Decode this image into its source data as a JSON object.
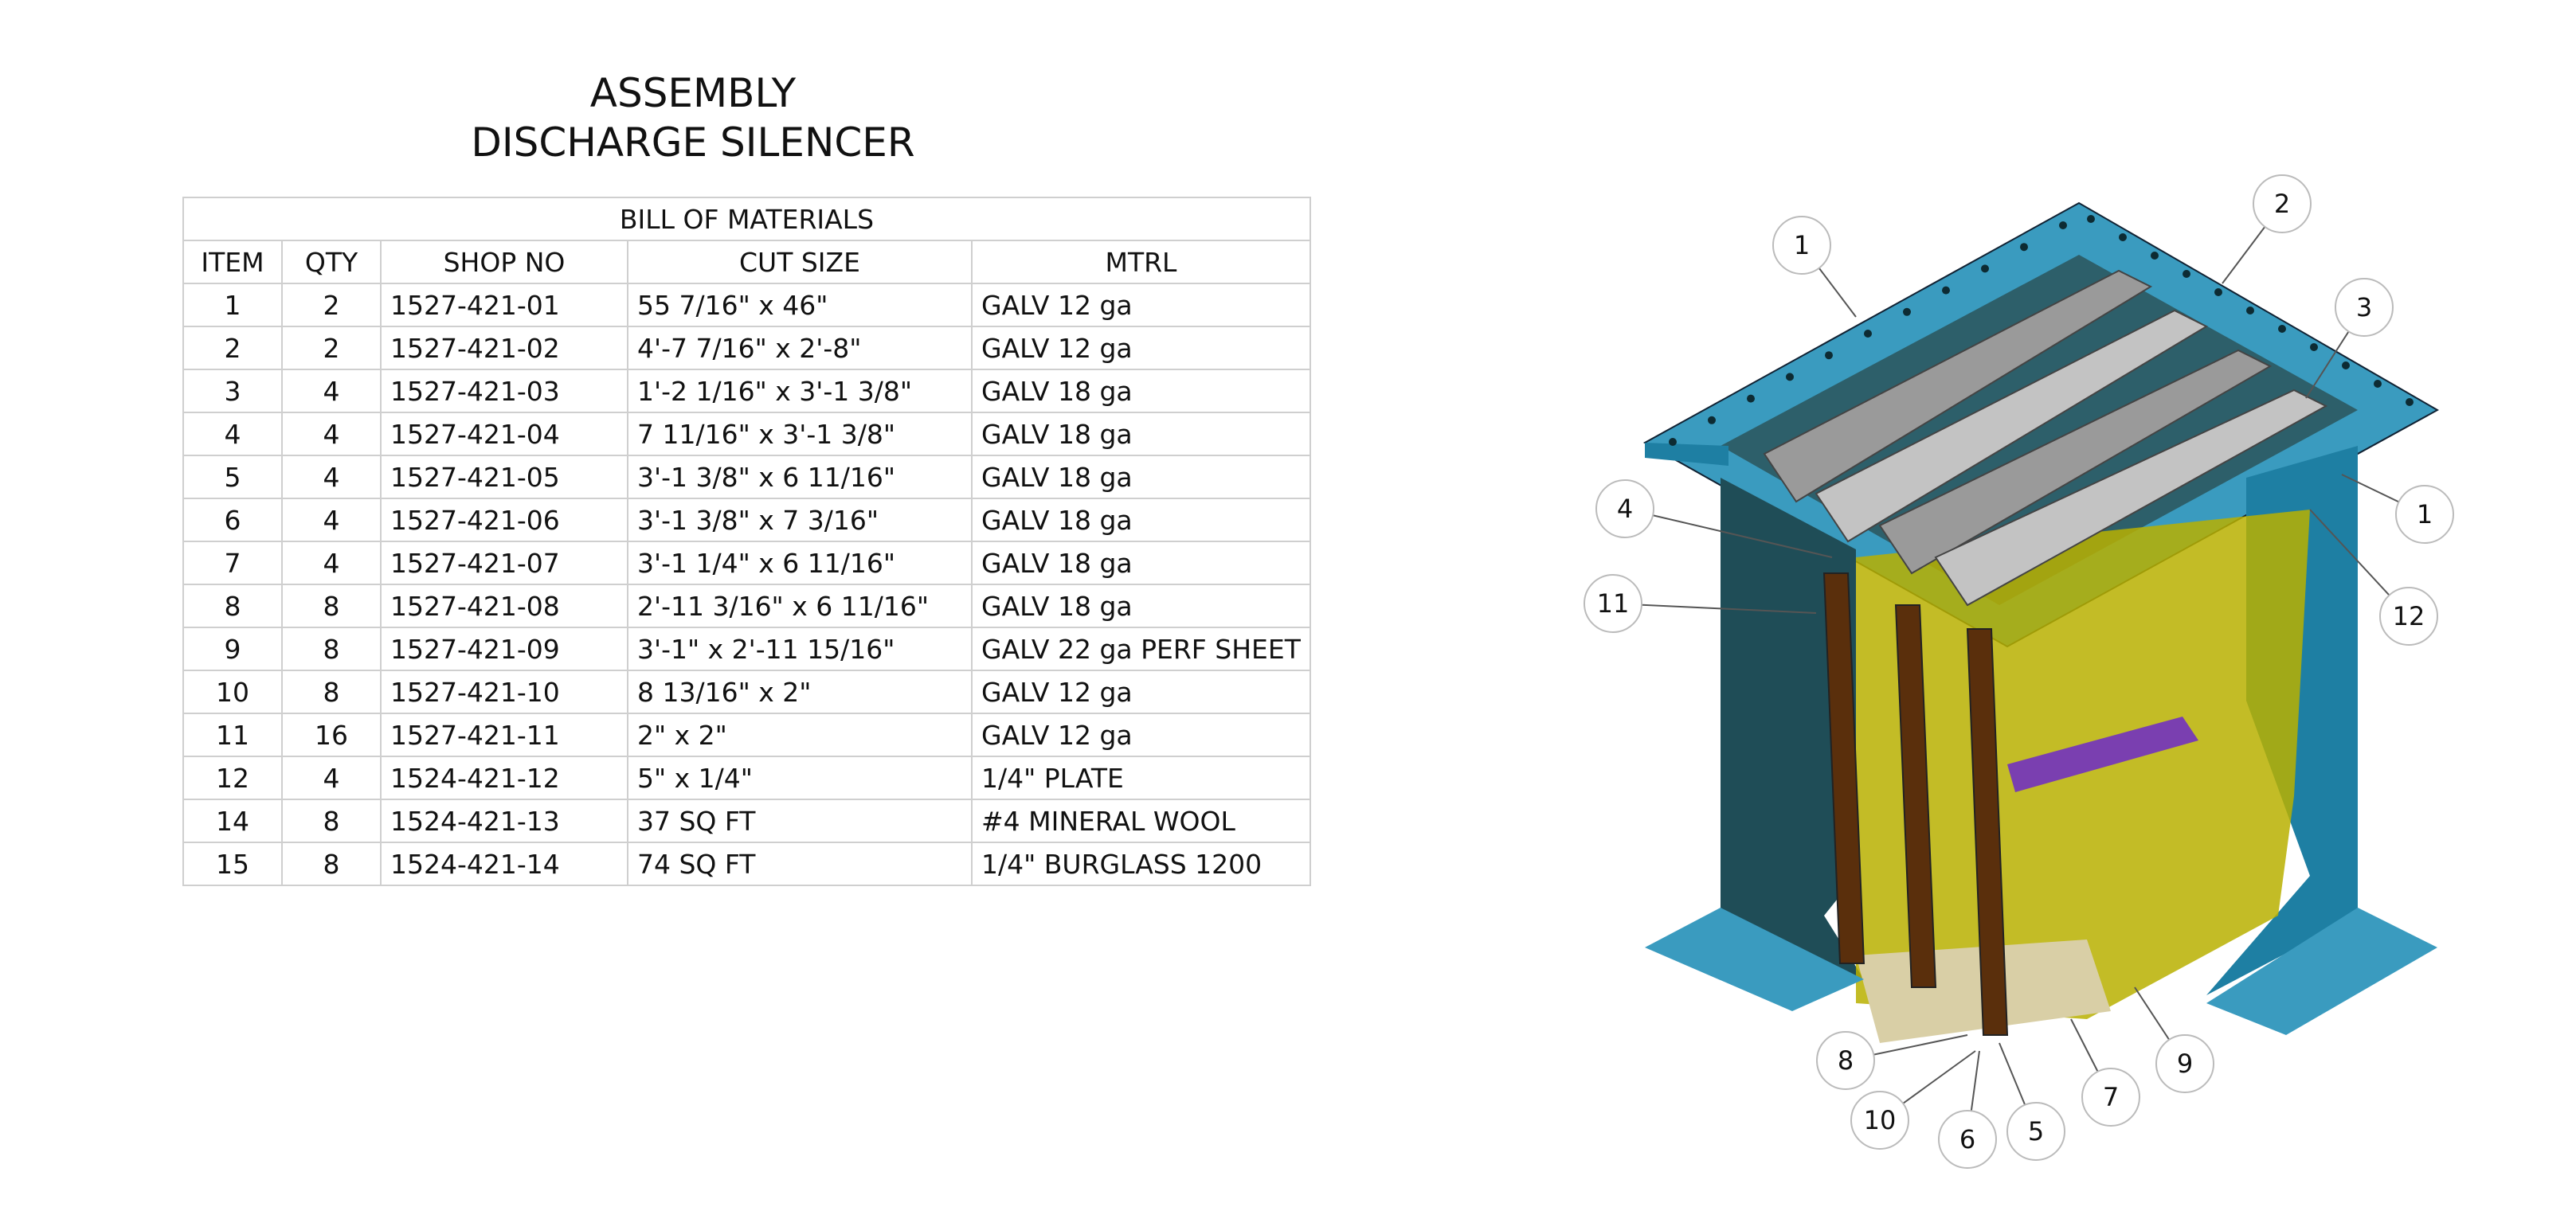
{
  "title": {
    "line1": "ASSEMBLY",
    "line2": "DISCHARGE SILENCER"
  },
  "bom": {
    "caption": "BILL OF MATERIALS",
    "columns": [
      "ITEM",
      "QTY",
      "SHOP NO",
      "CUT SIZE",
      "MTRL"
    ],
    "rows": [
      [
        "1",
        "2",
        "1527-421-01",
        "55 7/16\" x 46\"",
        "GALV 12 ga"
      ],
      [
        "2",
        "2",
        "1527-421-02",
        "4'-7 7/16\" x 2'-8\"",
        "GALV 12 ga"
      ],
      [
        "3",
        "4",
        "1527-421-03",
        "1'-2 1/16\" x 3'-1 3/8\"",
        "GALV 18 ga"
      ],
      [
        "4",
        "4",
        "1527-421-04",
        "7 11/16\" x 3'-1 3/8\"",
        "GALV 18 ga"
      ],
      [
        "5",
        "4",
        "1527-421-05",
        "3'-1 3/8\" x 6 11/16\"",
        "GALV 18 ga"
      ],
      [
        "6",
        "4",
        "1527-421-06",
        "3'-1 3/8\" x 7 3/16\"",
        "GALV 18 ga"
      ],
      [
        "7",
        "4",
        "1527-421-07",
        "3'-1 1/4\" x 6 11/16\"",
        "GALV 18 ga"
      ],
      [
        "8",
        "8",
        "1527-421-08",
        "2'-11 3/16\" x 6 11/16\"",
        "GALV 18 ga"
      ],
      [
        "9",
        "8",
        "1527-421-09",
        "3'-1\" x 2'-11 15/16\"",
        "GALV 22 ga PERF SHEET"
      ],
      [
        "10",
        "8",
        "1527-421-10",
        "8 13/16\" x 2\"",
        "GALV 12 ga"
      ],
      [
        "11",
        "16",
        "1527-421-11",
        "2\" x 2\"",
        "GALV 12 ga"
      ],
      [
        "12",
        "4",
        "1524-421-12",
        "5\" x 1/4\"",
        "1/4\" PLATE"
      ],
      [
        "14",
        "8",
        "1524-421-13",
        "37 SQ FT",
        "#4 MINERAL WOOL"
      ],
      [
        "15",
        "8",
        "1524-421-14",
        "74 SQ FT",
        "1/4\" BURGLASS 1200"
      ]
    ]
  },
  "balloons": [
    "1",
    "2",
    "3",
    "1",
    "4",
    "11",
    "12",
    "8",
    "10",
    "6",
    "5",
    "7",
    "9"
  ],
  "colors": {
    "flange": "#1e7fa3",
    "flange_light": "#3a9bbf",
    "side_panel": "#1f4d57",
    "splitter_cap": "#9a9a9a",
    "splitter_cap_light": "#c3c3c3",
    "perf_sheet": "#b8b000",
    "splitter_edge": "#5a2f0c",
    "mineral_wool": "#7a3fb0",
    "burglass": "#d9cfa6"
  }
}
